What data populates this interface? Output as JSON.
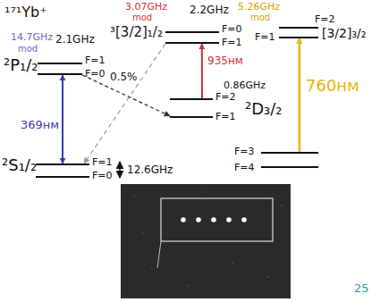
{
  "diagram": {
    "nodes": [
      {
        "text": [
          "²S₁/₂",
          "F=1",
          "F=0"
        ]
      },
      {
        "text": [
          "²P₁/₂",
          "F=1",
          "F=0"
        ]
      },
      {
        "text": [
          "³[3/2]₁/₂",
          "F=0",
          "F=1"
        ]
      },
      {
        "text": [
          "²D₃/₂",
          "F=2",
          "F=1"
        ]
      },
      {
        "text": [
          "[3/2]₃/₂",
          "F=2",
          "F=1"
        ]
      },
      {
        "text": [
          "F=3",
          "F=4"
        ]
      }
    ],
    "edges": [
      {
        "from": 0,
        "to": 1,
        "arrow": "both",
        "label": "369нм"
      },
      {
        "from": 1,
        "to": 3,
        "arrow": "to",
        "label": "0.5%"
      },
      {
        "from": 3,
        "to": 2,
        "arrow": "to",
        "label": "935нм"
      },
      {
        "from": 2,
        "to": 0,
        "arrow": "to"
      },
      {
        "from": 5,
        "to": 4,
        "arrow": "to",
        "label": "760нм"
      }
    ],
    "labels": [
      "¹⁷¹Yb⁺",
      "14.7GHz",
      "mod",
      "2.1GHz",
      "3.07GHz",
      "mod",
      "2.2GHz",
      "0.86GHz",
      "5.26GHz",
      "mod",
      "12.6GHz",
      "25"
    ]
  }
}
